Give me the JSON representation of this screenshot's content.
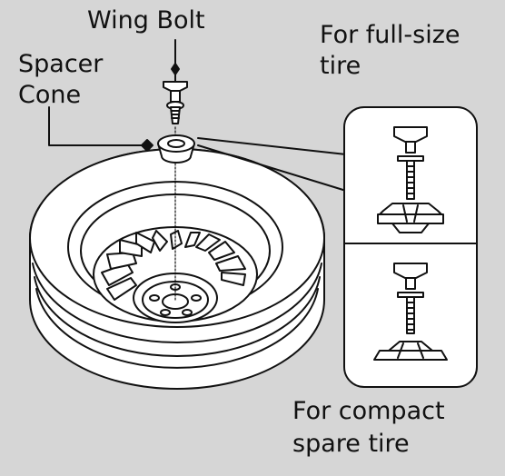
{
  "labels": {
    "wing_bolt": "Wing Bolt",
    "spacer_cone_line1": "Spacer",
    "spacer_cone_line2": "Cone",
    "full_size_line1": "For full-size",
    "full_size_line2": "tire",
    "compact_line1": "For compact",
    "compact_line2": "spare tire"
  },
  "colors": {
    "background": "#d6d6d6",
    "line": "#111111",
    "fill": "#ffffff",
    "panel": "#ffffff"
  }
}
